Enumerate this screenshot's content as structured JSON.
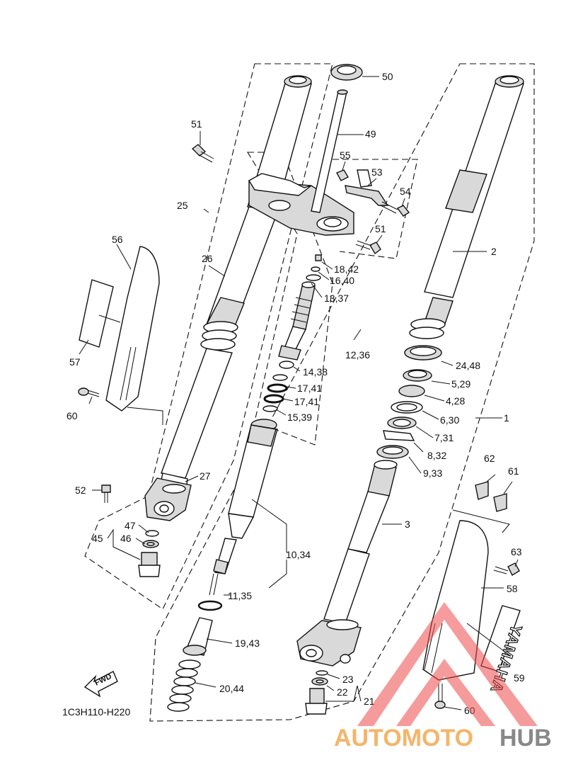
{
  "diagram": {
    "code": "1C3H110-H220",
    "fwd_label": "FWD",
    "brand_text": "YAMAHA",
    "labels": {
      "l1": "1",
      "l2": "2",
      "l3": "3",
      "l4": "4,28",
      "l5": "5,29",
      "l6": "6,30",
      "l7": "7,31",
      "l8": "8,32",
      "l9": "9,33",
      "l10": "10,34",
      "l11": "11,35",
      "l12": "12,36",
      "l13": "13,37",
      "l14": "14,38",
      "l15": "15,39",
      "l16": "16,40",
      "l17a": "17,41",
      "l17b": "17,41",
      "l18": "18,42",
      "l19": "19,43",
      "l20": "20,44",
      "l21": "21",
      "l22": "22",
      "l23": "23",
      "l24": "24,48",
      "l25": "25",
      "l26": "26",
      "l27": "27",
      "l45": "45",
      "l46": "46",
      "l47": "47",
      "l49": "49",
      "l50": "50",
      "l51a": "51",
      "l51b": "51",
      "l52": "52",
      "l53": "53",
      "l54": "54",
      "l55": "55",
      "l56": "56",
      "l57": "57",
      "l58": "58",
      "l59": "59",
      "l60a": "60",
      "l60b": "60",
      "l61": "61",
      "l62": "62",
      "l63": "63"
    }
  },
  "watermark": {
    "part1": "AUTOMOTO",
    "part2": "HUB",
    "colors": {
      "triangle": "#ee4b4b",
      "text1": "#f4b56a",
      "text2": "#888888"
    }
  }
}
